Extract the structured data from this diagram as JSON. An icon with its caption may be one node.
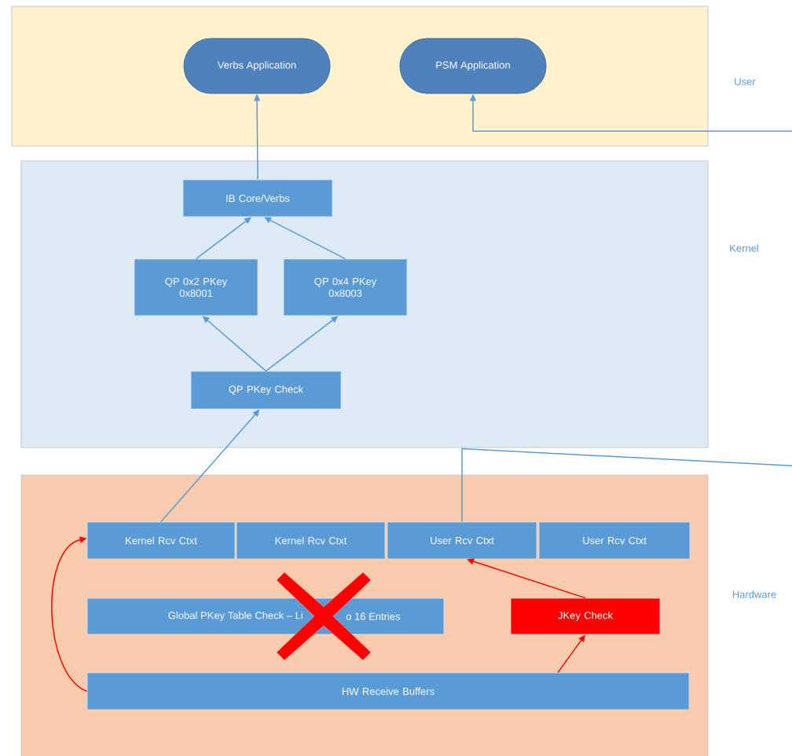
{
  "diagram": {
    "nodes": [
      {
        "text": [
          "User"
        ]
      },
      {
        "text": [
          "Verbs Application"
        ],
        "in": 0
      },
      {
        "text": [
          "PSM Application"
        ],
        "in": 0
      },
      {
        "text": [
          "Kernel"
        ]
      },
      {
        "text": [
          "IB Core/Verbs"
        ],
        "in": 3
      },
      {
        "text": [
          "QP 0x2 PKey 0x8001"
        ],
        "in": 3
      },
      {
        "text": [
          "QP 0x4 PKey 0x8003"
        ],
        "in": 3
      },
      {
        "text": [
          "QP PKey Check"
        ],
        "in": 3
      },
      {
        "text": [
          "Hardware"
        ]
      },
      {
        "text": [
          "Kernel Rcv Ctxt"
        ],
        "in": 8
      },
      {
        "text": [
          "Kernel Rcv Ctxt"
        ],
        "in": 8
      },
      {
        "text": [
          "User Rcv Ctxt"
        ],
        "in": 8
      },
      {
        "text": [
          "User Rcv Ctxt"
        ],
        "in": 8
      },
      {
        "text": [
          "Global PKey Table Check – Li",
          "o 16 Entries"
        ],
        "in": 8
      },
      {
        "text": [],
        "shape": "cross",
        "in": 8
      },
      {
        "text": [
          "JKey Check"
        ],
        "in": 8
      },
      {
        "text": [
          "HW Receive Buffers"
        ],
        "in": 8
      }
    ],
    "edges": [
      {
        "from": 4,
        "to": 1,
        "arrow": "to"
      },
      {
        "from": 5,
        "to": 4,
        "arrow": "to"
      },
      {
        "from": 6,
        "to": 4,
        "arrow": "to"
      },
      {
        "from": 7,
        "to": 5,
        "arrow": "to"
      },
      {
        "from": 7,
        "to": 6,
        "arrow": "to"
      },
      {
        "from": 9,
        "to": 7,
        "arrow": "to"
      },
      {
        "from": 11,
        "to": 2,
        "arrow": "to"
      },
      {
        "from": 16,
        "to": 9,
        "arrow": "to",
        "color": "#ff0000"
      },
      {
        "from": 16,
        "to": 15,
        "arrow": "to",
        "color": "#ff0000"
      },
      {
        "from": 15,
        "to": 11,
        "arrow": "to",
        "color": "#ff0000"
      }
    ]
  }
}
